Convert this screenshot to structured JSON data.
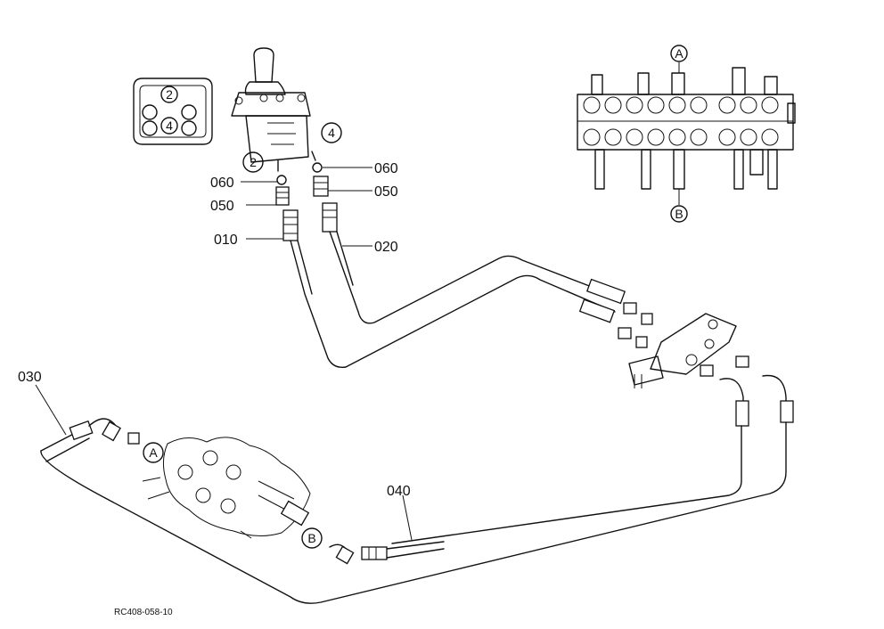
{
  "parts": {
    "p010": "010",
    "p020": "020",
    "p030": "030",
    "p040": "040",
    "p050_left": "050",
    "p050_right": "050",
    "p060_left": "060",
    "p060_right": "060"
  },
  "markers": {
    "port_2": "2",
    "port_4": "4",
    "port_2_inset": "2",
    "port_4_inset": "4",
    "ref_a_valve": "A",
    "ref_b_valve": "B",
    "ref_a_bottom": "A",
    "ref_b_bottom": "B"
  },
  "drawing_code": "RC408-058-10"
}
